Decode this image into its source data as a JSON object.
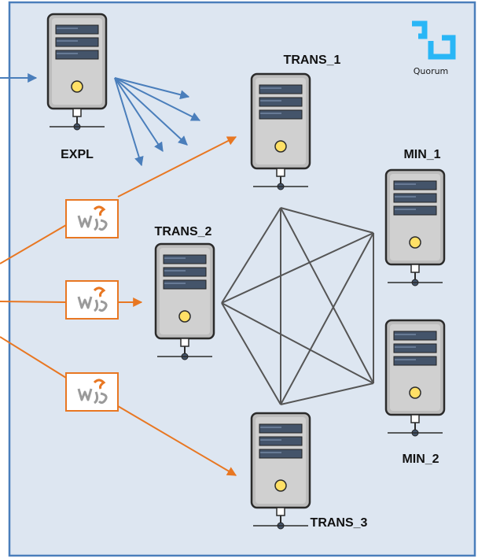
{
  "colors": {
    "panel_bg": "#dde6f1",
    "panel_border": "#4a7ebb",
    "blue_arrow": "#4a7ebb",
    "orange_arrow": "#e87722",
    "mesh_line": "#555555",
    "server_body": "#bdbdbd",
    "server_bay": "#44546a",
    "led": "#ffe066",
    "logo": "#29b6f6"
  },
  "logo": {
    "icon": "quorum-logo-icon",
    "text": "Quorum"
  },
  "nodes": [
    {
      "id": "expl",
      "label": "EXPL",
      "icon": "server-icon"
    },
    {
      "id": "trans_1",
      "label": "TRANS_1",
      "icon": "server-icon"
    },
    {
      "id": "trans_2",
      "label": "TRANS_2",
      "icon": "server-icon"
    },
    {
      "id": "trans_3",
      "label": "TRANS_3",
      "icon": "server-icon"
    },
    {
      "id": "min_1",
      "label": "MIN_1",
      "icon": "server-icon"
    },
    {
      "id": "min_2",
      "label": "MIN_2",
      "icon": "server-icon"
    }
  ],
  "web3js_badges": [
    {
      "icon": "web3js-icon",
      "text": "W3JS",
      "target": "trans_1"
    },
    {
      "icon": "web3js-icon",
      "text": "W3JS",
      "target": "trans_2"
    },
    {
      "icon": "web3js-icon",
      "text": "W3JS",
      "target": "trans_3"
    }
  ],
  "mesh_links": [
    [
      "trans_2",
      "min_1"
    ],
    [
      "trans_2",
      "min_2"
    ],
    [
      "trans_2",
      "trans_3"
    ],
    [
      "trans_1",
      "min_1"
    ],
    [
      "trans_1",
      "min_2"
    ],
    [
      "trans_1",
      "trans_3"
    ],
    [
      "trans_1",
      "trans_2"
    ],
    [
      "min_1",
      "min_2"
    ],
    [
      "min_1",
      "trans_3"
    ],
    [
      "min_2",
      "trans_3"
    ]
  ]
}
